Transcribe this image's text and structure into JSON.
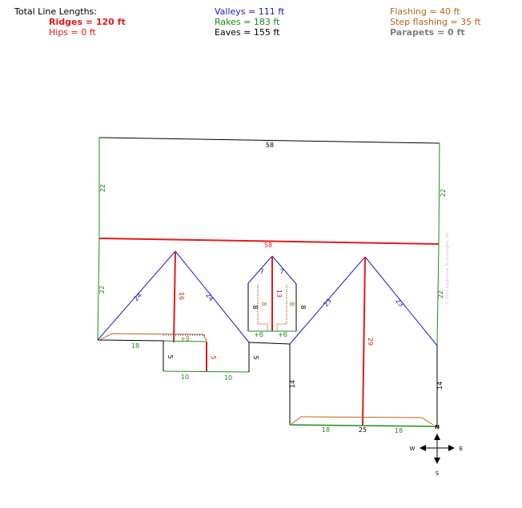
{
  "totals": {
    "heading": "Total Line Lengths:",
    "ridges": "Ridges = 120 ft",
    "hips": "Hips = 0 ft",
    "valleys": "Valleys = 111 ft",
    "rakes": "Rakes = 183 ft",
    "eaves": "Eaves = 155 ft",
    "flashing": "Flashing = 40 ft",
    "step_flashing": "Step flashing = 35 ft",
    "parapets": "Parapets = 0 ft"
  },
  "colors": {
    "ridge": "#e31b1b",
    "valley": "#1a1acb",
    "rake": "#1e8c1e",
    "eave": "#000000",
    "flashing": "#b5651d",
    "parapet": "#808080"
  },
  "labels": {
    "top_eave": "58",
    "ridge_main": "58",
    "rake_left_upper": "22",
    "rake_right_upper": "22",
    "rake_left_lower": "22",
    "rake_right_lower": "22",
    "valley_g1_left": "24",
    "valley_g1_right": "24",
    "ridge_g1": "16",
    "valley_g2_left": "7",
    "valley_g2_right": "7",
    "ridge_g2": "13",
    "g2_flash_left": "8",
    "g2_flash_right": "8",
    "g2_side_left": "8",
    "g2_side_right": "8",
    "g2_rake_left": "+6",
    "g2_rake_right": "+6",
    "valley_g3_left": "23",
    "valley_g3_right": "23",
    "ridge_g3": "29",
    "eave_left_bottom": "18",
    "flash_left": "+9",
    "bump_left": "5",
    "ridge_bump": "5",
    "bump_right": "5",
    "bump_rake_left": "10",
    "bump_rake_right": "10",
    "side_14_left": "14",
    "side_14_right": "14",
    "bottom_rake_left": "18",
    "bottom_eave": "25",
    "bottom_rake_right": "18"
  },
  "compass": {
    "n": "N",
    "w": "W",
    "e": "E",
    "s": "S"
  },
  "watermark": "© 2021 EagleView Technologies, Inc."
}
